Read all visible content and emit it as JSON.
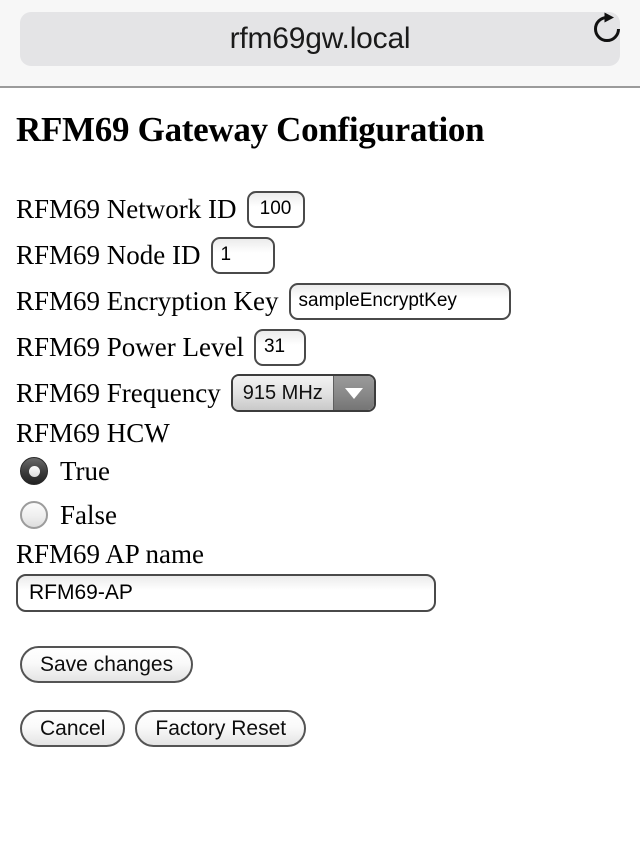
{
  "browser": {
    "url": "rfm69gw.local",
    "reload_icon": "reload-icon"
  },
  "page": {
    "title": "RFM69 Gateway Configuration"
  },
  "fields": {
    "network_id": {
      "label": "RFM69 Network ID",
      "value": "100"
    },
    "node_id": {
      "label": "RFM69 Node ID",
      "value": "1"
    },
    "encryption_key": {
      "label": "RFM69 Encryption Key",
      "value": "sampleEncryptKey"
    },
    "power_level": {
      "label": "RFM69 Power Level",
      "value": "31"
    },
    "frequency": {
      "label": "RFM69 Frequency",
      "selected": "915 MHz",
      "options": [
        "915 MHz"
      ]
    },
    "hcw": {
      "label": "RFM69 HCW",
      "selected": "True",
      "options": [
        {
          "label": "True",
          "checked": true
        },
        {
          "label": "False",
          "checked": false
        }
      ]
    },
    "ap_name": {
      "label": "RFM69 AP name",
      "value": "RFM69-AP"
    }
  },
  "buttons": {
    "save": "Save changes",
    "cancel": "Cancel",
    "factory_reset": "Factory Reset"
  },
  "colors": {
    "chrome_bg": "#f7f7f7",
    "address_pill": "#e4e4e6",
    "separator": "#9b9b9b",
    "text": "#000000",
    "control_border": "#4a4a4a"
  }
}
